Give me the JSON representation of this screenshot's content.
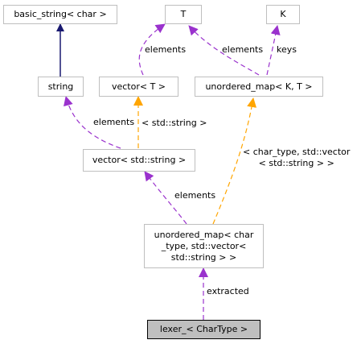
{
  "nodes": {
    "basic_string": "basic_string< char >",
    "T": "T",
    "K": "K",
    "string": "string",
    "vector_T": "vector< T >",
    "unordered_map_KT": "unordered_map< K, T >",
    "vector_string": "vector< std::string >",
    "unordered_map_char": "unordered_map< char\n_type, std::vector<\n std::string > >",
    "lexer": "lexer_< CharType >"
  },
  "edge_labels": {
    "elements_vectorT": "elements",
    "elements_umapKT": "elements",
    "keys": "keys",
    "elements_string": "elements",
    "std_string_param": "< std::string >",
    "char_type_param": "< char_type, std::vector\n< std::string > >",
    "elements_vector_string": "elements",
    "extracted": "extracted"
  },
  "colors": {
    "inherit": "#191970",
    "usage": "#9a32cd",
    "template": "#ffa500",
    "node_border": "#bfbfbf",
    "root_fill": "#bfbfbf"
  }
}
